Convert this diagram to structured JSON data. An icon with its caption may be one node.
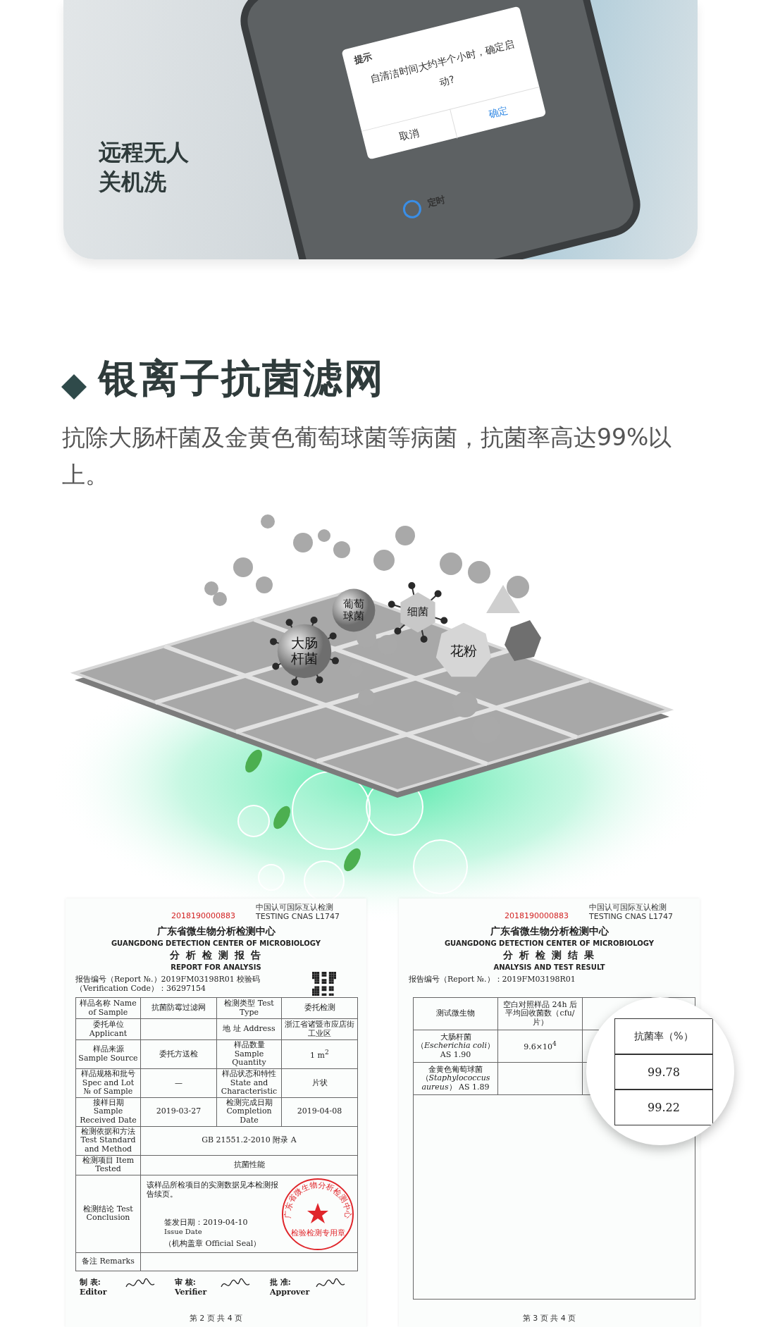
{
  "diagram": {
    "title": "银离子抗菌滤网",
    "nodes": [
      {
        "text": [
          "大肠杆菌"
        ]
      },
      {
        "text": [
          "葡萄球菌"
        ]
      },
      {
        "text": [
          "细菌"
        ]
      },
      {
        "text": [
          "花粉"
        ]
      }
    ],
    "labels": [
      "提示",
      "自清洁时间大约半个小时，确定启动?",
      "取消",
      "确定",
      "定时",
      "远程无人关机洗",
      "抗除大肠杆菌及金黄色葡萄球菌等病菌，抗菌率高达99%以上。",
      "2018190000883",
      "中国认可国际互认检测 TESTING CNAS L1747",
      "广东省微生物分析检测中心",
      "GUANGDONG DETECTION CENTER OF MICROBIOLOGY",
      "分 析 检 测 报 告",
      "REPORT FOR ANALYSIS",
      "报告编号（Report №.）2019FM03198R01 校验码（Verification Code）：36297154",
      "样品名称 Name of Sample",
      "抗菌防霉过滤网",
      "检测类型 Test Type",
      "委托检测",
      "委托单位 Applicant",
      "地 址 Address",
      "浙江省诸暨市应店街工业区",
      "样品来源 Sample Source",
      "委托方送检",
      "样品数量 Sample Quantity",
      "1 m$^{2}$",
      "样品规格和批号 Spec and Lot № of Sample",
      "—",
      "样品状态和特性 State and Characteristic",
      "片状",
      "接样日期 Sample Received Date",
      "2019-03-27",
      "检测完成日期 Completion Date",
      "2019-04-08",
      "检测依据和方法 Test Standard and Method",
      "GB 21551.2-2010 附录 A",
      "检测项目 Item Tested",
      "抗菌性能",
      "检测结论 Test Conclusion",
      "该样品所检项目的实测数据见本检测报告续页。",
      "签发日期：2019-04-10",
      "Issue Date",
      "（机构盖章 Official Seal）",
      "广东省微生物分析检测中心",
      "检验检测专用章",
      "备注 Remarks",
      "制 表: Editor",
      "审 核: Verifier",
      "批 准: Approver",
      "第 2 页 共 4 页",
      "2018190000883",
      "中国认可国际互认检测 TESTING CNAS L1747",
      "广东省微生物分析检测中心",
      "GUANGDONG DETECTION CENTER OF MICROBIOLOGY",
      "分 析 检 测 结 果",
      "ANALYSIS AND TEST RESULT",
      "报告编号（Report №.）：2019FM03198R01",
      "测试微生物",
      "空白对照样品 24h 后平均回收菌数（cfu/片）",
      "大肠杆菌（*Escherichia coli*） AS 1.90",
      "9.6×10$^{4}$",
      "金黄色葡萄球菌（*Staphylococcus aureus*） AS 1.89",
      "抗菌率（%）",
      "99.78",
      "99.22",
      "第 3 页 共 4 页"
    ]
  }
}
